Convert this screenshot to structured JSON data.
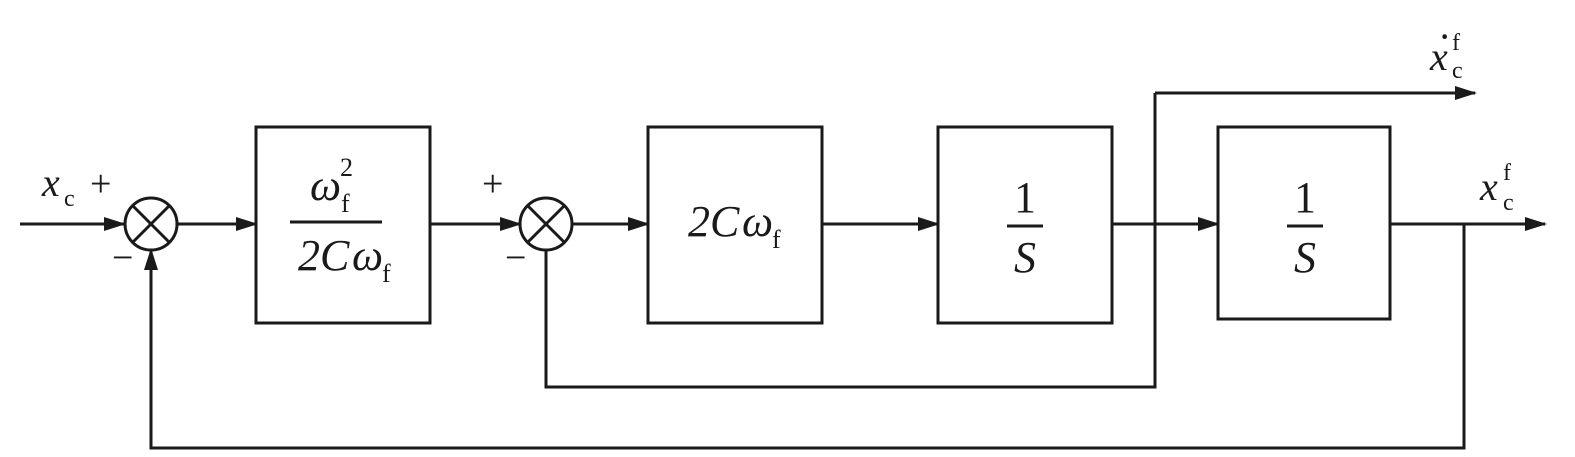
{
  "input": {
    "symbol": "x",
    "subscript": "c"
  },
  "sum1": {
    "top_sign": "+",
    "bottom_sign": "−"
  },
  "sum2": {
    "top_sign": "+",
    "bottom_sign": "−"
  },
  "block_gain": {
    "numerator_symbol": "ω",
    "numerator_subscript": "f",
    "numerator_superscript": "2",
    "denominator_coeff": "2C",
    "denominator_symbol": "ω",
    "denominator_subscript": "f"
  },
  "block_damping": {
    "coeff": "2C",
    "symbol": "ω",
    "subscript": "f"
  },
  "integrator1": {
    "numerator": "1",
    "denominator": "S"
  },
  "integrator2": {
    "numerator": "1",
    "denominator": "S"
  },
  "output_velocity": {
    "dot": "·",
    "symbol": "x",
    "subscript": "c",
    "superscript": "f"
  },
  "output_position": {
    "symbol": "x",
    "subscript": "c",
    "superscript": "f"
  }
}
